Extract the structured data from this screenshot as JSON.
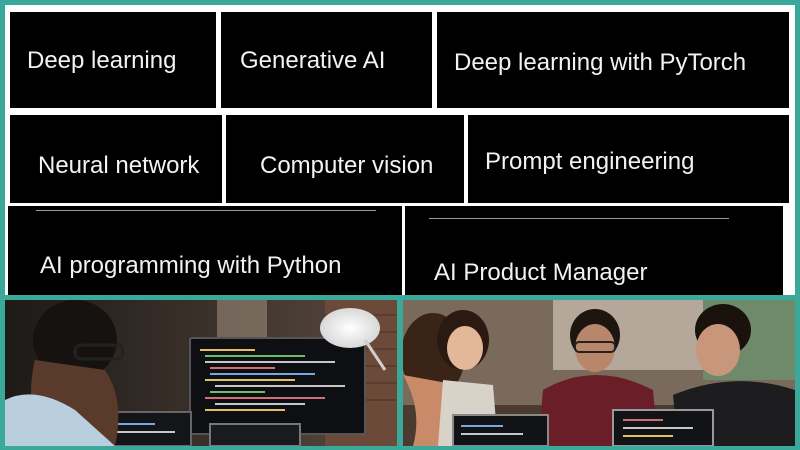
{
  "tiles": [
    {
      "label": "Deep learning"
    },
    {
      "label": "Generative AI"
    },
    {
      "label": "Deep learning with PyTorch"
    },
    {
      "label": "Neural network"
    },
    {
      "label": "Computer vision"
    },
    {
      "label": "Prompt engineering"
    },
    {
      "label": "AI programming with Python"
    },
    {
      "label": "AI Product Manager"
    }
  ],
  "colors": {
    "border_teal": "#3aa99a",
    "tile_background": "#000000",
    "tile_text": "#f2f2f2",
    "tile_gap": "#ffffff"
  },
  "photos": [
    {
      "subject": "person-coding-at-monitor"
    },
    {
      "subject": "students-working-on-laptops"
    }
  ]
}
